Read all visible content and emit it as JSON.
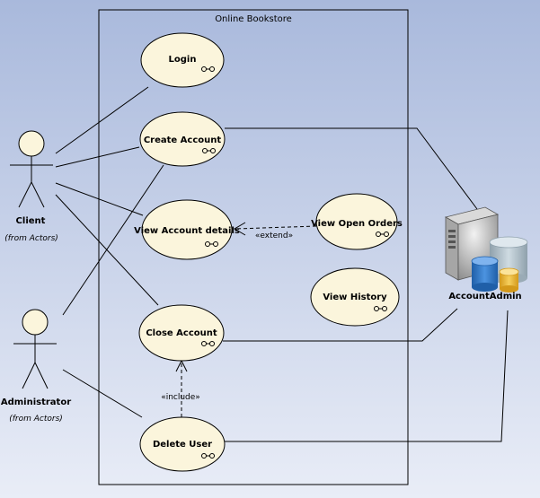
{
  "diagram": {
    "boundary_title": "Online Bookstore",
    "use_cases": {
      "login": "Login",
      "create_account": "Create Account",
      "view_account_details": "View Account details",
      "view_open_orders": "View Open Orders",
      "view_history": "View History",
      "close_account": "Close Account",
      "delete_user": "Delete User"
    },
    "actors": {
      "client": {
        "name": "Client",
        "origin": "(from Actors)"
      },
      "administrator": {
        "name": "Administrator",
        "origin": "(from Actors)"
      },
      "account_admin": {
        "name": "AccountAdmin"
      }
    },
    "relations": {
      "extend_label": "«extend»",
      "include_label": "«include»"
    },
    "colors": {
      "background_top": "#a9b9dc",
      "background_bottom": "#e9edf7",
      "usecase_fill": "#fbf5dc",
      "line": "#000000"
    }
  }
}
